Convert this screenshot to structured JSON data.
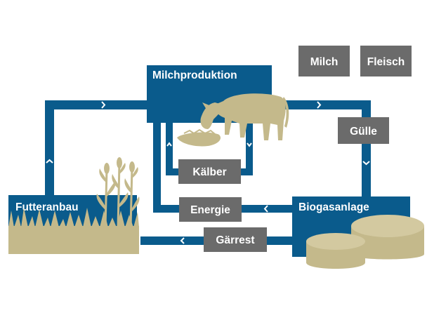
{
  "nodes": {
    "milchproduktion": "Milchproduktion",
    "futteranbau": "Futteranbau",
    "biogasanlage": "Biogasanlage"
  },
  "flows": {
    "milch": "Milch",
    "fleisch": "Fleisch",
    "guelle": "Gülle",
    "kaelber": "Kälber",
    "energie": "Energie",
    "gaerrest": "Gärrest"
  },
  "colors": {
    "flow_blue": "#0a5b8c",
    "tag_gray": "#6b6b6b",
    "illustration_tan": "#c4b98b",
    "background": "#ffffff"
  }
}
